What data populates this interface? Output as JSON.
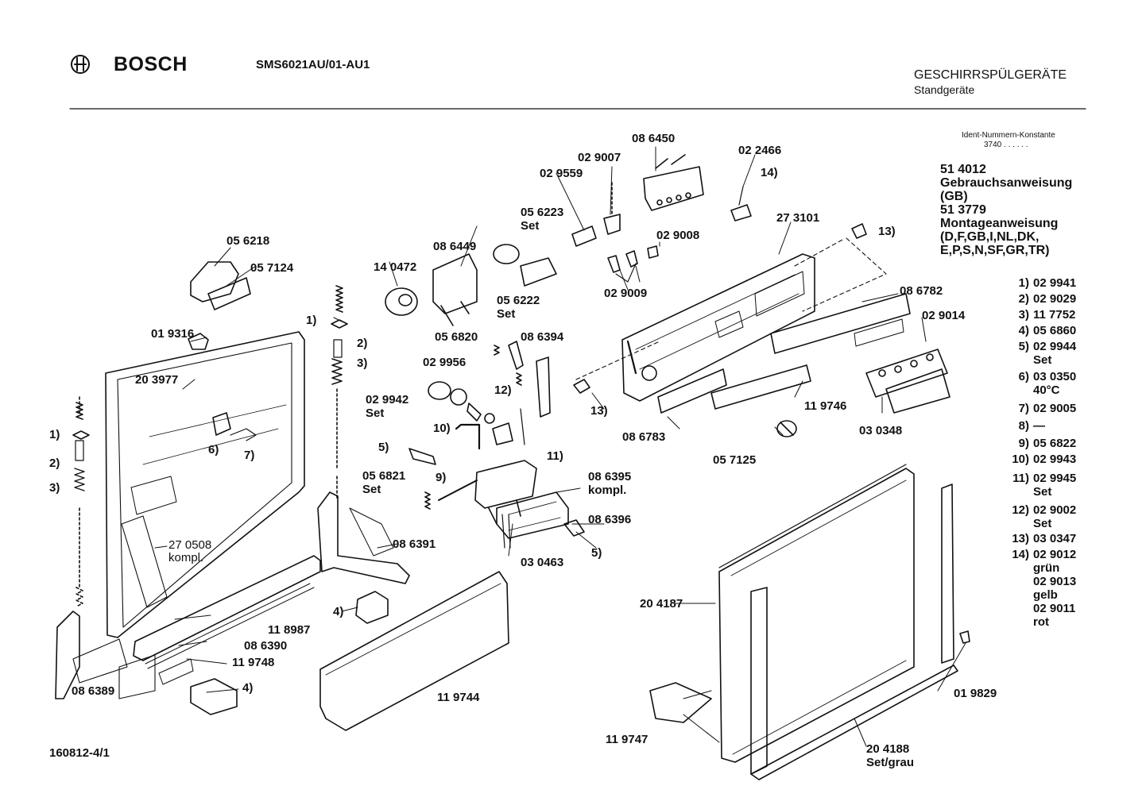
{
  "header": {
    "brand": "BOSCH",
    "model": "SMS6021AU/01-AU1",
    "category": "GESCHIRRSPÜLGERÄTE",
    "subcategory": "Standgeräte"
  },
  "ident": {
    "title": "Ident-Nummern-Konstante",
    "value": "3740  . .  . . . ."
  },
  "documents": [
    "51 4012",
    "Gebrauchsanweisung",
    "(GB)",
    "51 3779",
    "Montageanweisung",
    "(D,F,GB,I,NL,DK,",
    "E,P,S,N,SF,GR,TR)"
  ],
  "legend": [
    {
      "key": "1)",
      "lines": [
        "02 9941"
      ]
    },
    {
      "key": "2)",
      "lines": [
        "02 9029"
      ]
    },
    {
      "key": "3)",
      "lines": [
        "11 7752"
      ]
    },
    {
      "key": "4)",
      "lines": [
        "05 6860"
      ]
    },
    {
      "key": "5)",
      "lines": [
        "02 9944",
        "Set"
      ]
    },
    {
      "key": "6)",
      "lines": [
        "03 0350",
        "40°C"
      ]
    },
    {
      "key": "7)",
      "lines": [
        "02 9005"
      ]
    },
    {
      "key": "8)",
      "lines": [
        "—"
      ]
    },
    {
      "key": "9)",
      "lines": [
        "05 6822"
      ]
    },
    {
      "key": "10)",
      "lines": [
        "02 9943"
      ]
    },
    {
      "key": "11)",
      "lines": [
        "02 9945",
        "Set"
      ]
    },
    {
      "key": "12)",
      "lines": [
        "02 9002",
        "Set"
      ]
    },
    {
      "key": "13)",
      "lines": [
        "03 0347"
      ]
    },
    {
      "key": "14)",
      "lines": [
        "02 9012",
        "grün",
        "02 9013",
        "gelb",
        "02 9011",
        "rot"
      ]
    }
  ],
  "labels": {
    "p086450": "08 6450",
    "p022466": "02 2466",
    "p14": "14)",
    "p029007": "02 9007",
    "p029559": "02 9559",
    "p056223": "05 6223",
    "p056223s": "Set",
    "p273101": "27 3101",
    "p13a": "13)",
    "p029008": "02 9008",
    "p056218": "05 6218",
    "p057124": "05 7124",
    "p086449": "08 6449",
    "p140472": "14 0472",
    "p056222": "05 6222",
    "p056222s": "Set",
    "p029009": "02 9009",
    "p086782": "08 6782",
    "p029014": "02 9014",
    "p1a": "1)",
    "p019316": "01 9316",
    "p2a": "2)",
    "p3a": "3)",
    "p056820": "05 6820",
    "p086394": "08 6394",
    "p203977": "20 3977",
    "p029956": "02 9956",
    "p12": "12)",
    "p029942": "02 9942",
    "p029942s": "Set",
    "p13b": "13)",
    "p119746": "11 9746",
    "p030348": "03 0348",
    "p086783": "08 6783",
    "p1b": "1)",
    "p2b": "2)",
    "p3b": "3)",
    "p6": "6)",
    "p7": "7)",
    "p10": "10)",
    "p11": "11)",
    "p5a": "5)",
    "p9": "9)",
    "p057125": "05 7125",
    "p056821": "05 6821",
    "p056821s": "Set",
    "p086395": "08 6395",
    "p086395s": "kompl.",
    "p086396": "08 6396",
    "p270508": "27 0508",
    "p270508s": "kompl.",
    "p086391": "08 6391",
    "p5b": "5)",
    "p030463": "03 0463",
    "p204187": "20 4187",
    "p4a": "4)",
    "p118987": "11 8987",
    "p086390": "08 6390",
    "p119748": "11 9748",
    "p4b": "4)",
    "p019829": "01 9829",
    "p119744": "11 9744",
    "p086389": "08 6389",
    "p119747": "11 9747",
    "p204188": "20 4188",
    "p204188s": "Set/grau"
  },
  "footer": {
    "drawing_number": "160812-4/1"
  }
}
